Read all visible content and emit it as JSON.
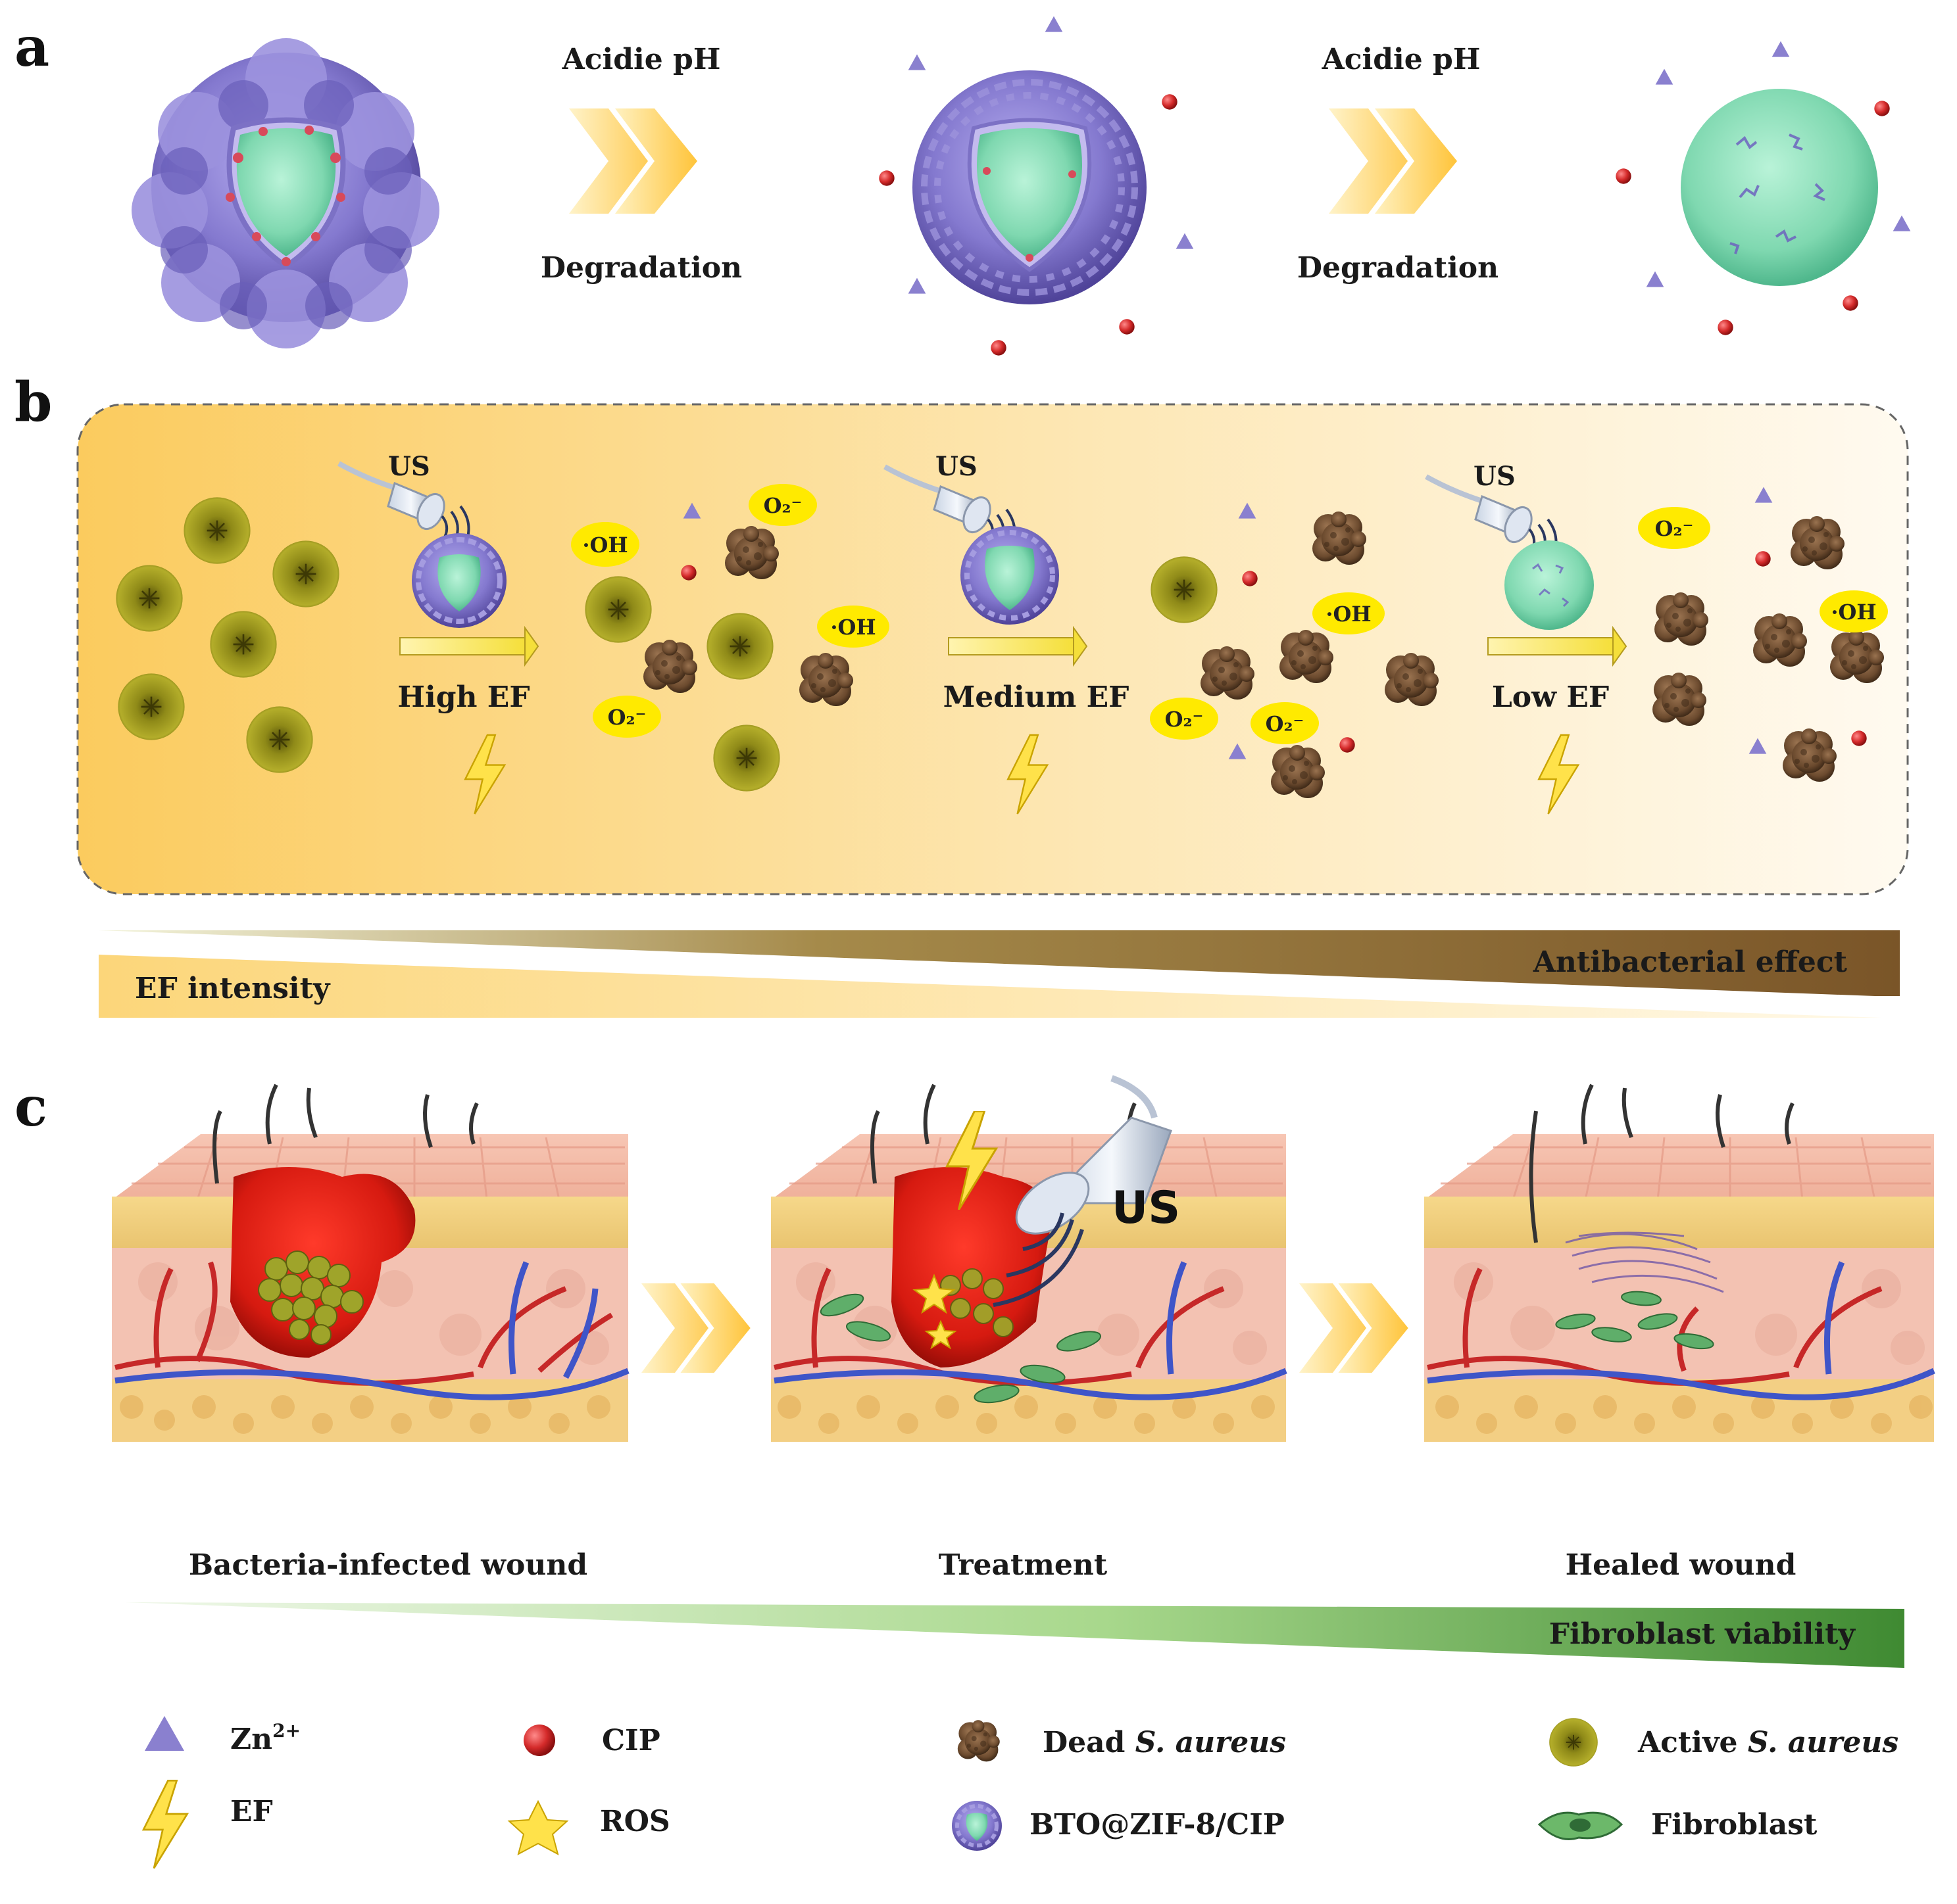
{
  "panels": {
    "a": {
      "letter": "a",
      "arrow1_top": "Acidie pH",
      "arrow1_bottom": "Degradation",
      "arrow2_top": "Acidie pH",
      "arrow2_bottom": "Degradation"
    },
    "b": {
      "letter": "b",
      "us_label": "US",
      "stage_labels": [
        "High EF",
        "Medium EF",
        "Low EF"
      ],
      "ros_o2": "O₂⁻",
      "ros_oh": "·OH",
      "ef_bar_label": "EF intensity",
      "antibacterial_bar_label": "Antibacterial effect"
    },
    "c": {
      "letter": "c",
      "us_label": "US",
      "captions": [
        "Bacteria-infected wound",
        "Treatment",
        "Healed wound"
      ],
      "fibroblast_bar_label": "Fibroblast viability"
    }
  },
  "legend": {
    "zn": {
      "text": "Zn",
      "sup": "2+",
      "icon": "triangle-icon"
    },
    "ef": {
      "text": "EF",
      "icon": "lightning-icon"
    },
    "cip": {
      "text": "CIP",
      "icon": "red-sphere-icon"
    },
    "ros": {
      "text": "ROS",
      "icon": "star-icon"
    },
    "dead": {
      "prefix": "Dead ",
      "italic": "S. aureus",
      "icon": "dead-bacteria-icon"
    },
    "bto": {
      "text": "BTO@ZIF-8/CIP",
      "icon": "nanoparticle-icon"
    },
    "active": {
      "prefix": "Active ",
      "italic": "S. aureus",
      "icon": "active-bacteria-icon"
    },
    "fibro": {
      "text": "Fibroblast",
      "icon": "fibroblast-icon"
    }
  },
  "colors": {
    "zif_purple": "#7f73c9",
    "core_green": "#7fd8b0",
    "cip_red": "#d42a2a",
    "bacteria_olive": "#8f8a18",
    "dead_brown": "#6b4a2e",
    "ros_yellow": "#ffea00",
    "chevron_yellow": "#ffcf4a",
    "panel_b_bg": "#fbcf6a",
    "antibacterial_brown": "#7a5528",
    "fibroblast_green": "#3f8a32"
  }
}
